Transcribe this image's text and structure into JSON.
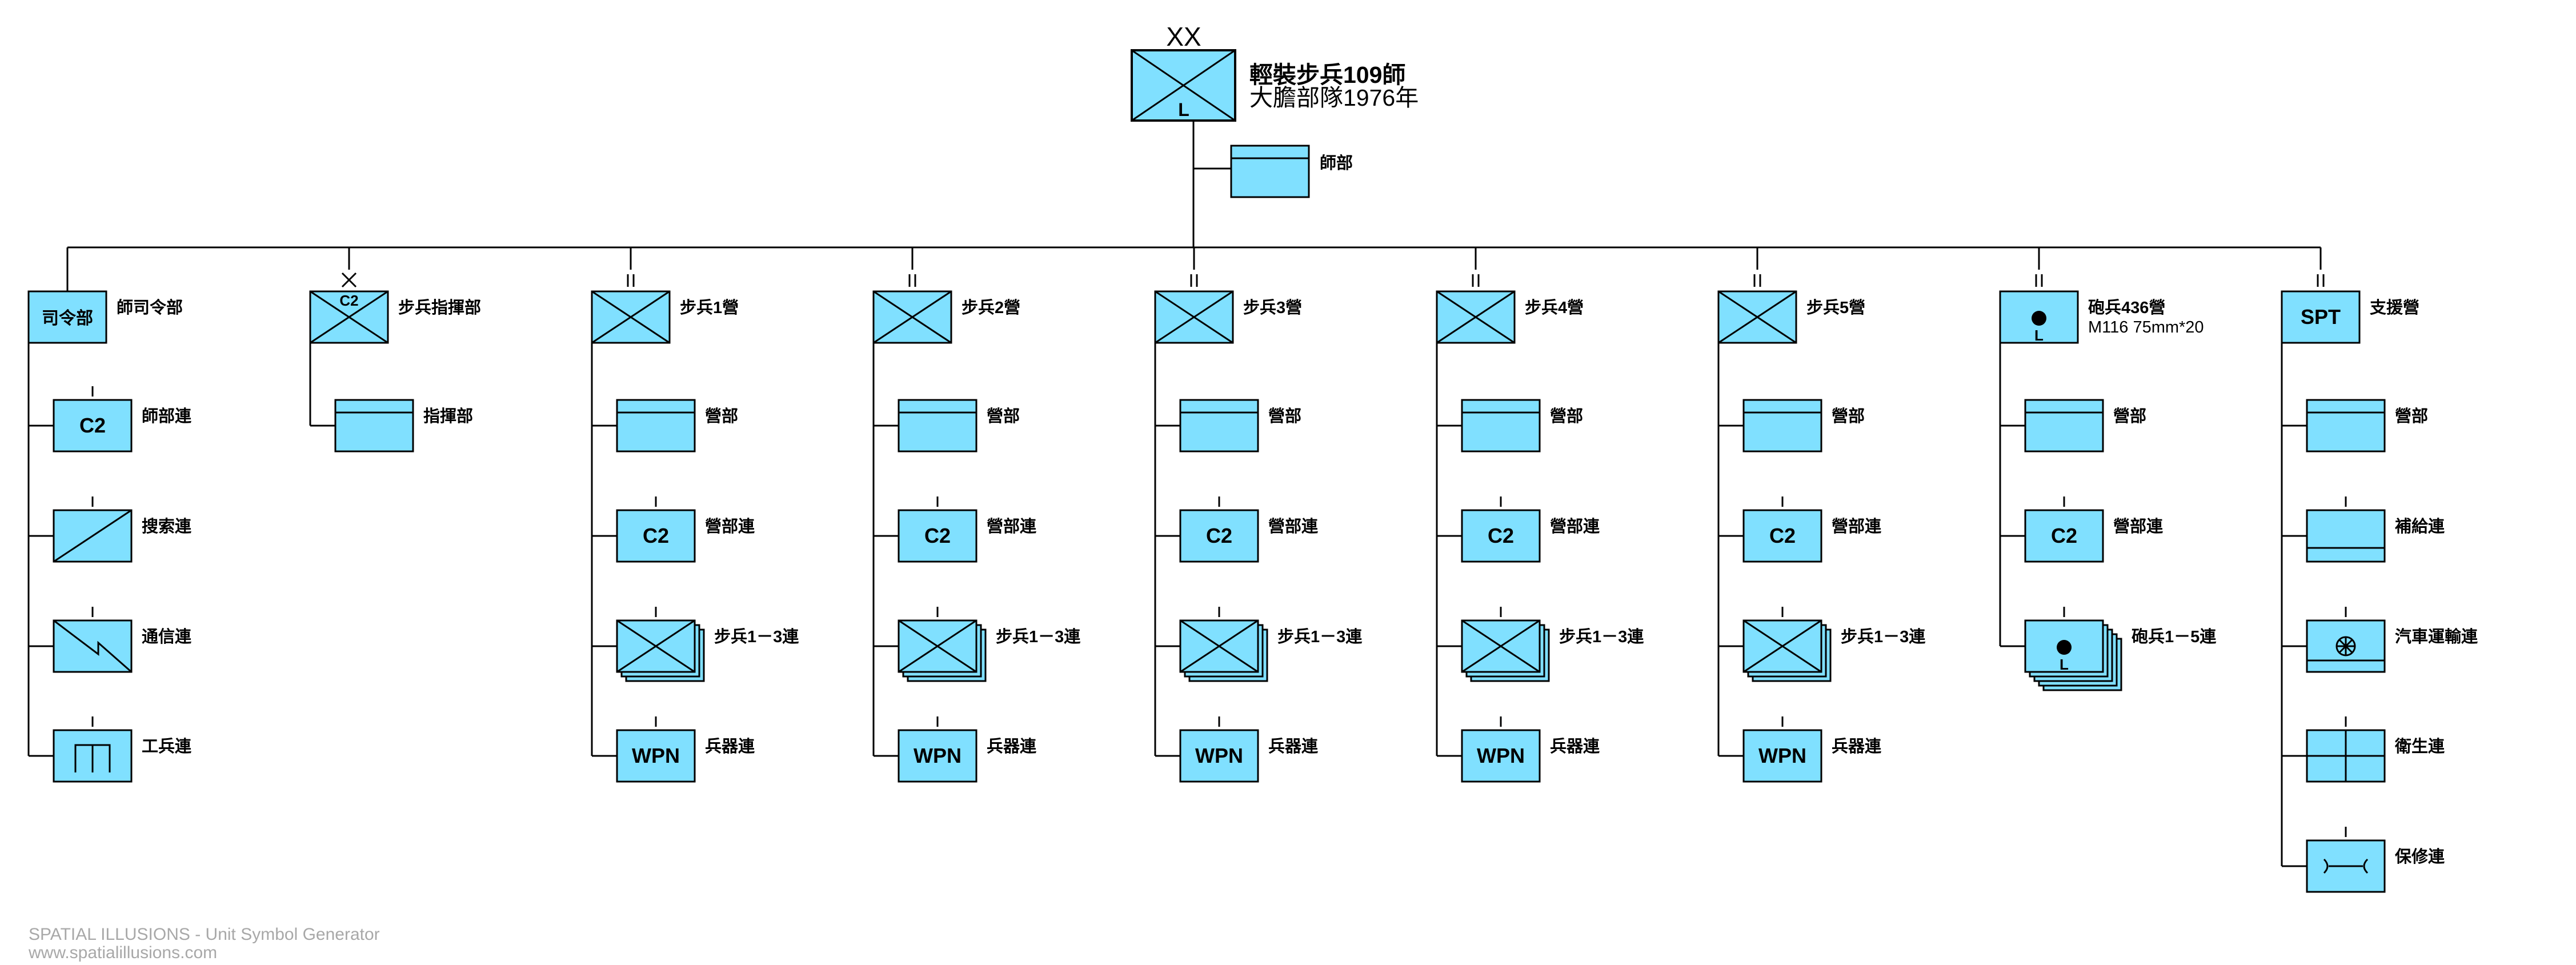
{
  "colors": {
    "fill": "#80e0ff",
    "stroke": "#000000",
    "credit": "#a8a8a8"
  },
  "top": {
    "echelon": "XX",
    "modifier": "L",
    "title": "輕裝步兵109師",
    "subtitle": "大膽部隊1976年",
    "hq_label": "師部"
  },
  "columns": [
    {
      "echelon": "",
      "symbol": "text",
      "symbol_text": "司令部",
      "label": "師司令部",
      "children": [
        {
          "symbol": "text",
          "text": "C2",
          "label": "師部連"
        },
        {
          "symbol": "recon",
          "label": "搜索連"
        },
        {
          "symbol": "signal",
          "label": "通信連"
        },
        {
          "symbol": "engineer",
          "label": "工兵連"
        }
      ]
    },
    {
      "echelon": "X",
      "symbol": "infantry_c2",
      "symbol_text": "C2",
      "label": "步兵指揮部",
      "children": [
        {
          "symbol": "hq",
          "label": "指揮部"
        }
      ]
    },
    {
      "echelon": "II",
      "symbol": "infantry",
      "label": "步兵1營",
      "children": [
        {
          "symbol": "hq",
          "label": "營部"
        },
        {
          "symbol": "text",
          "text": "C2",
          "label": "營部連"
        },
        {
          "symbol": "infantry_stack",
          "label": "步兵1－3連"
        },
        {
          "symbol": "text",
          "text": "WPN",
          "label": "兵器連"
        }
      ]
    },
    {
      "echelon": "II",
      "symbol": "infantry",
      "label": "步兵2營",
      "children": [
        {
          "symbol": "hq",
          "label": "營部"
        },
        {
          "symbol": "text",
          "text": "C2",
          "label": "營部連"
        },
        {
          "symbol": "infantry_stack",
          "label": "步兵1－3連"
        },
        {
          "symbol": "text",
          "text": "WPN",
          "label": "兵器連"
        }
      ]
    },
    {
      "echelon": "II",
      "symbol": "infantry",
      "label": "步兵3營",
      "children": [
        {
          "symbol": "hq",
          "label": "營部"
        },
        {
          "symbol": "text",
          "text": "C2",
          "label": "營部連"
        },
        {
          "symbol": "infantry_stack",
          "label": "步兵1－3連"
        },
        {
          "symbol": "text",
          "text": "WPN",
          "label": "兵器連"
        }
      ]
    },
    {
      "echelon": "II",
      "symbol": "infantry",
      "label": "步兵4營",
      "children": [
        {
          "symbol": "hq",
          "label": "營部"
        },
        {
          "symbol": "text",
          "text": "C2",
          "label": "營部連"
        },
        {
          "symbol": "infantry_stack",
          "label": "步兵1－3連"
        },
        {
          "symbol": "text",
          "text": "WPN",
          "label": "兵器連"
        }
      ]
    },
    {
      "echelon": "II",
      "symbol": "infantry",
      "label": "步兵5營",
      "children": [
        {
          "symbol": "hq",
          "label": "營部"
        },
        {
          "symbol": "text",
          "text": "C2",
          "label": "營部連"
        },
        {
          "symbol": "infantry_stack",
          "label": "步兵1－3連"
        },
        {
          "symbol": "text",
          "text": "WPN",
          "label": "兵器連"
        }
      ]
    },
    {
      "echelon": "II",
      "symbol": "artillery",
      "symbol_text": "L",
      "label": "砲兵436營",
      "sublabel": "M116 75mm*20",
      "children": [
        {
          "symbol": "hq",
          "label": "營部"
        },
        {
          "symbol": "text",
          "text": "C2",
          "label": "營部連"
        },
        {
          "symbol": "artillery_stack",
          "text": "L",
          "label": "砲兵1－5連"
        }
      ]
    },
    {
      "echelon": "II",
      "symbol": "text",
      "symbol_text": "SPT",
      "label": "支援營",
      "children": [
        {
          "symbol": "hq",
          "label": "營部"
        },
        {
          "symbol": "supply",
          "label": "補給連"
        },
        {
          "symbol": "transport",
          "label": "汽車運輸連"
        },
        {
          "symbol": "medical",
          "label": "衛生連"
        },
        {
          "symbol": "maintenance",
          "label": "保修連"
        }
      ]
    }
  ],
  "footer": {
    "line1": "SPATIAL ILLUSIONS - Unit Symbol Generator",
    "line2": "www.spatialillusions.com"
  }
}
